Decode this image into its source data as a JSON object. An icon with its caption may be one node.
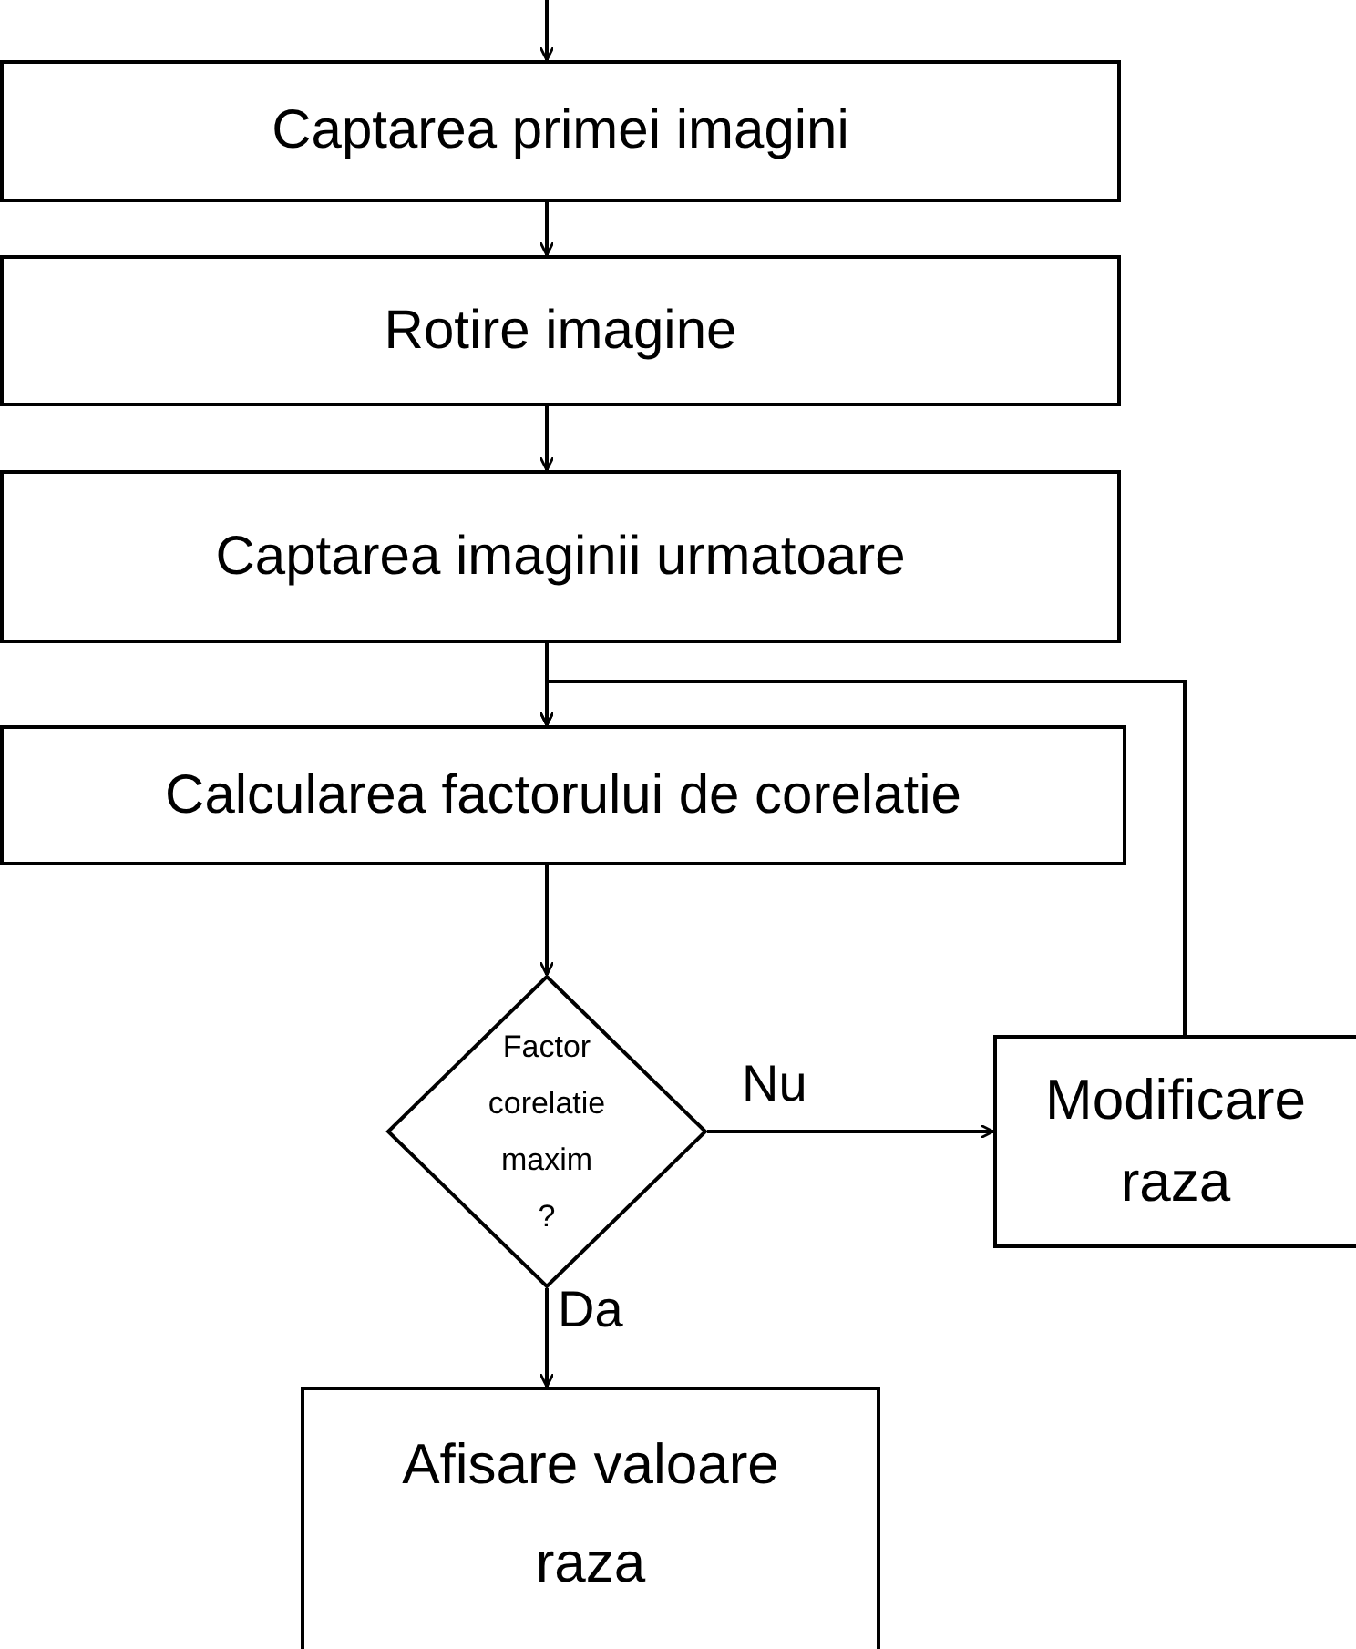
{
  "diagram": {
    "nodes": [
      {
        "text": [
          "Captarea primei imagini"
        ]
      },
      {
        "text": [
          "Rotire imagine"
        ]
      },
      {
        "text": [
          "Captarea imaginii urmatoare"
        ]
      },
      {
        "text": [
          "Calcularea factorului de corelatie"
        ]
      },
      {
        "text": [
          "Factor corelatie maxim ?"
        ]
      },
      {
        "text": [
          "Modificare raza"
        ]
      },
      {
        "text": [
          "Afisare valoare raza"
        ]
      }
    ],
    "edges": [
      {
        "from": null,
        "to": 0,
        "arrow": "to"
      },
      {
        "from": 0,
        "to": 1,
        "arrow": "to"
      },
      {
        "from": 1,
        "to": 2,
        "arrow": "to"
      },
      {
        "from": 2,
        "to": 3,
        "arrow": "to"
      },
      {
        "from": 3,
        "to": 4,
        "arrow": "to"
      },
      {
        "from": 4,
        "to": 5,
        "arrow": "to",
        "label": "Nu"
      },
      {
        "from": 5,
        "to": 3,
        "arrow": "to"
      },
      {
        "from": 4,
        "to": 6,
        "arrow": "to",
        "label": "Da"
      }
    ]
  }
}
